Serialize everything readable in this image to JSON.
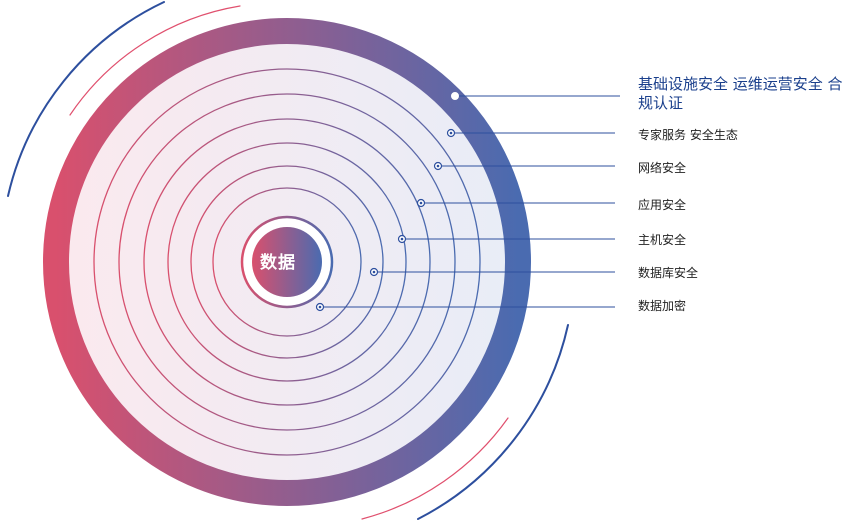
{
  "center": {
    "label": "数据"
  },
  "layers": [
    {
      "label": "基础设施安全 运维运营安全 合规认证"
    },
    {
      "label": "专家服务 安全生态"
    },
    {
      "label": "网络安全"
    },
    {
      "label": "应用安全"
    },
    {
      "label": "主机安全"
    },
    {
      "label": "数据库安全"
    },
    {
      "label": "数据加密"
    }
  ],
  "colors": {
    "gradient_start": "#d9506d",
    "gradient_end": "#4a6bb0",
    "leader_line": "#2d4f9e",
    "inner_fill_left": "#fbe9ee",
    "inner_fill_right": "#e8edf7"
  }
}
